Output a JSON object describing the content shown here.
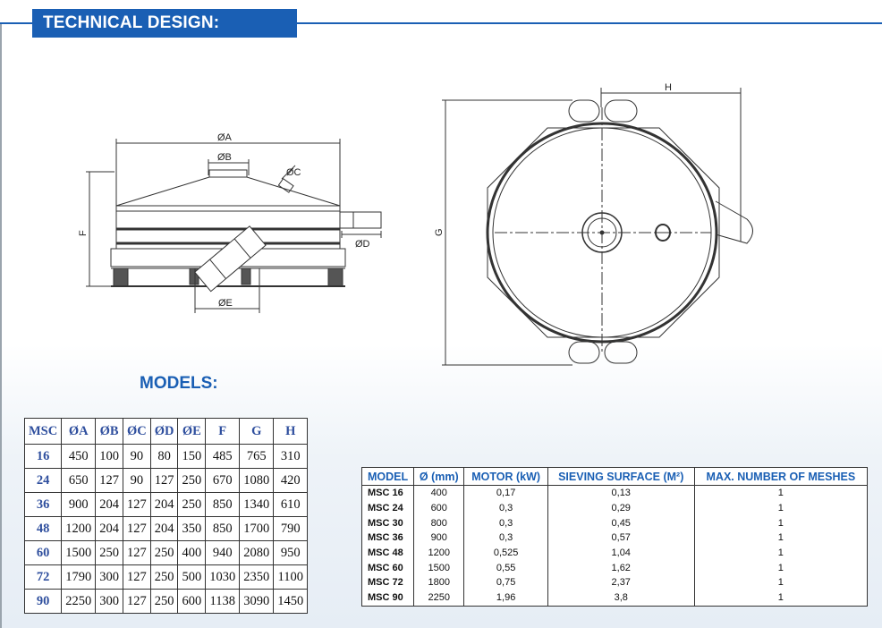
{
  "header": {
    "title": "TECHNICAL DESIGN:"
  },
  "models_title": "MODELS:",
  "drawing_labels": {
    "A": "ØA",
    "B": "ØB",
    "C": "ØC",
    "D": "ØD",
    "E": "ØE",
    "F": "F",
    "G": "G",
    "H": "H"
  },
  "dimensions_table": {
    "headers": [
      "MSC",
      "ØA",
      "ØB",
      "ØC",
      "ØD",
      "ØE",
      "F",
      "G",
      "H"
    ],
    "rows": [
      [
        "16",
        "450",
        "100",
        "90",
        "80",
        "150",
        "485",
        "765",
        "310"
      ],
      [
        "24",
        "650",
        "127",
        "90",
        "127",
        "250",
        "670",
        "1080",
        "420"
      ],
      [
        "36",
        "900",
        "204",
        "127",
        "204",
        "250",
        "850",
        "1340",
        "610"
      ],
      [
        "48",
        "1200",
        "204",
        "127",
        "204",
        "350",
        "850",
        "1700",
        "790"
      ],
      [
        "60",
        "1500",
        "250",
        "127",
        "250",
        "400",
        "940",
        "2080",
        "950"
      ],
      [
        "72",
        "1790",
        "300",
        "127",
        "250",
        "500",
        "1030",
        "2350",
        "1100"
      ],
      [
        "90",
        "2250",
        "300",
        "127",
        "250",
        "600",
        "1138",
        "3090",
        "1450"
      ]
    ]
  },
  "models_table": {
    "headers": [
      "MODEL",
      "Ø (mm)",
      "MOTOR (kW)",
      "SIEVING SURFACE (M²)",
      "MAX. NUMBER OF MESHES"
    ],
    "rows": [
      [
        "MSC 16",
        "400",
        "0,17",
        "0,13",
        "1"
      ],
      [
        "MSC 24",
        "600",
        "0,3",
        "0,29",
        "1"
      ],
      [
        "MSC 30",
        "800",
        "0,3",
        "0,45",
        "1"
      ],
      [
        "MSC 36",
        "900",
        "0,3",
        "0,57",
        "1"
      ],
      [
        "MSC 48",
        "1200",
        "0,525",
        "1,04",
        "1"
      ],
      [
        "MSC 60",
        "1500",
        "0,55",
        "1,62",
        "1"
      ],
      [
        "MSC 72",
        "1800",
        "0,75",
        "2,37",
        "1"
      ],
      [
        "MSC 90",
        "2250",
        "1,96",
        "3,8",
        "1"
      ]
    ]
  },
  "colors": {
    "accent": "#1a5fb4",
    "table_header": "#2f4f9e"
  }
}
